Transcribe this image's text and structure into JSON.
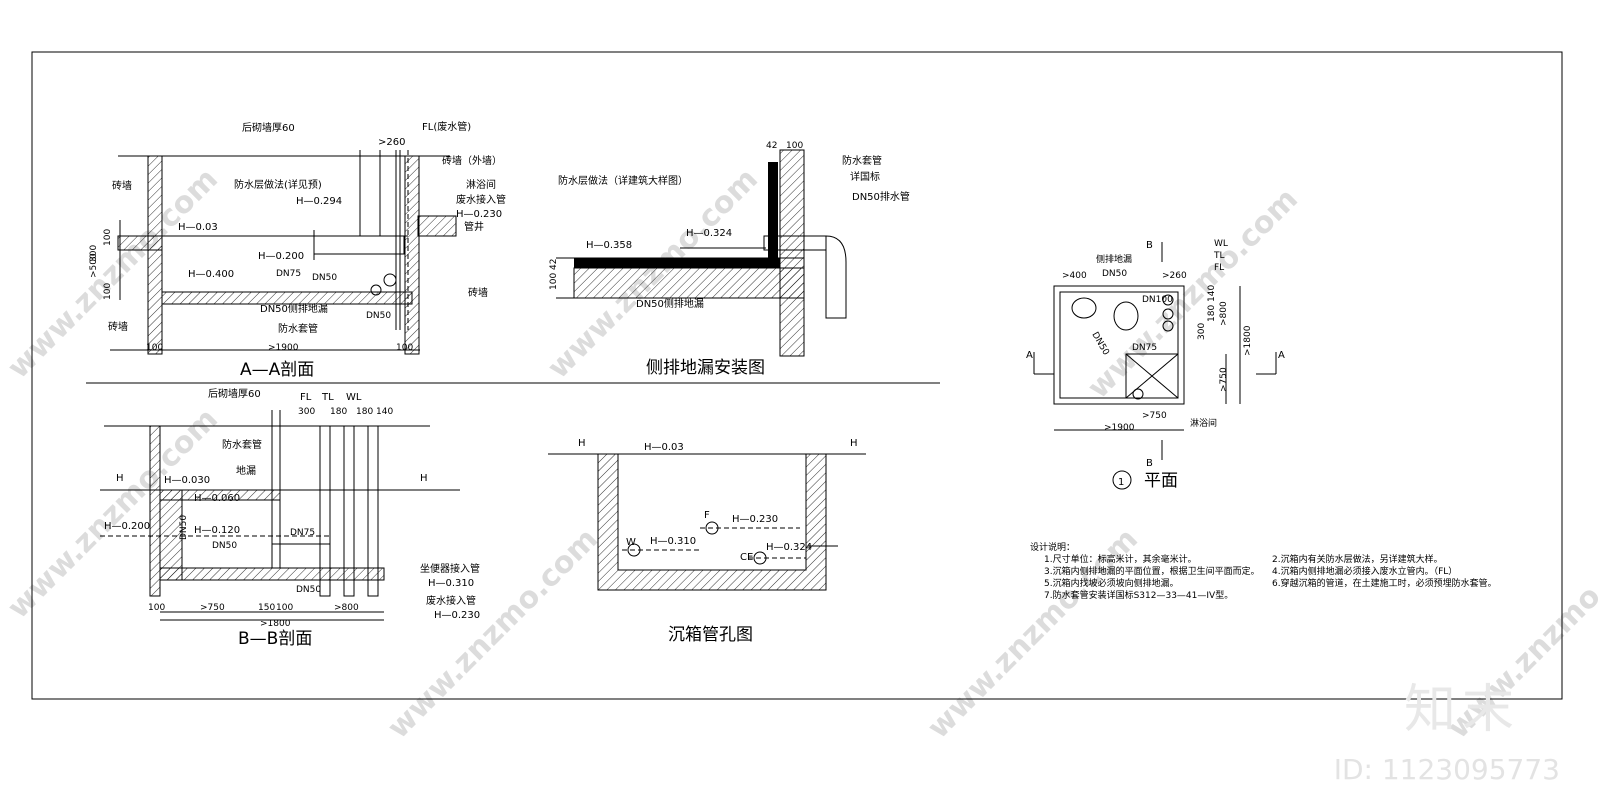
{
  "sections": {
    "aa": {
      "title": "A—A剖面",
      "labels": {
        "wall_top": "砖墙",
        "wall_bottom": "砖墙",
        "wall_right": "砖墙",
        "backfill": "后砌墙厚60",
        "fl": "FL(废水管)",
        "dim_260": ">260",
        "brick_outer": "砖墙（外墙）",
        "shower": "淋浴间",
        "waterproof": "防水层做法(详见预)",
        "h0294": "H—0.294",
        "waste_in": "废水接入管",
        "h0230": "H—0.230",
        "shaft": "管井",
        "h003": "H—0.03",
        "h0200": "H—0.200",
        "h0400": "H—0.400",
        "dn75": "DN75",
        "dn50a": "DN50",
        "dn50b": "DN50",
        "side_drain": "DN50侧排地漏",
        "sleeve": "防水套管",
        "d500": ">500",
        "d300": "300",
        "d100a": "100",
        "d100b": "100",
        "d100c": "100",
        "d1900": ">1900",
        "d100d": "100"
      }
    },
    "side": {
      "title": "侧排地漏安装图",
      "labels": {
        "d42": "42",
        "d100": "100",
        "sleeve": "防水套管",
        "ref": "详国标",
        "dn50pipe": "DN50排水管",
        "waterproof": "防水层做法（详建筑大样图）",
        "h0324": "H—0.324",
        "h0358": "H—0.358",
        "d10042": "100 42",
        "dn50drain": "DN50侧排地漏"
      }
    },
    "bb": {
      "title": "B—B剖面",
      "labels": {
        "backfill": "后砌墙厚60",
        "fl": "FL",
        "tl": "TL",
        "wl": "WL",
        "d300": "300",
        "d180a": "180",
        "d180b": "180",
        "d140": "140",
        "sleeve": "防水套管",
        "drain": "地漏",
        "h": "H",
        "h2": "H",
        "h0030": "H—0.030",
        "h0060": "H—0.060",
        "h0120": "H—0.120",
        "h0200": "H—0.200",
        "dn50a": "DN50",
        "dn50b": "DN50",
        "dn50c": "DN50",
        "dn75": "DN75",
        "toilet_in": "坐便器接入管",
        "h0310": "H—0.310",
        "waste_in": "废水接入管",
        "h0230": "H—0.230",
        "d100a": "100",
        "d750": ">750",
        "d150": "150",
        "d100b": "100",
        "d800": ">800",
        "d1800": ">1800"
      }
    },
    "sink": {
      "title": "沉箱管孔图",
      "labels": {
        "h_left": "H",
        "h_right": "H",
        "h003": "H—0.03",
        "f": "F",
        "h0230": "H—0.230",
        "w": "W",
        "h0310": "H—0.310",
        "ce": "CE",
        "h0324": "H—0.324"
      }
    },
    "plan": {
      "title": "平面",
      "number": "1",
      "labels": {
        "b_top": "B",
        "b_bottom": "B",
        "a_left": "A",
        "a_right": "A",
        "wl": "WL",
        "tl": "TL",
        "fl": "FL",
        "side_drain": "侧排地漏",
        "dn50": "DN50",
        "d400": ">400",
        "d260": ">260",
        "dn100": "DN100",
        "dn50b": "DN50",
        "dn75": "DN75",
        "d140": "140",
        "d180": "180",
        "d300": "300",
        "d800": ">800",
        "d1800": ">1800",
        "d750a": ">750",
        "d750b": ">750",
        "d1900": ">1900",
        "shower": "淋浴间"
      }
    }
  },
  "notes": {
    "heading": "设计说明：",
    "items": [
      "1.尺寸单位：标高米计，其余毫米计。",
      "2.沉箱内有关防水层做法，另详建筑大样。",
      "3.沉箱内侧排地漏的平面位置，根据卫生间平面而定。",
      "4.沉箱内侧排地漏必须接入废水立管内。（FL）",
      "5.沉箱内找坡必须坡向侧排地漏。",
      "6.穿越沉箱的管道，在土建施工时，必须预埋防水套管。",
      "7.防水套管安装详国标S312—33—41—IV型。"
    ]
  },
  "watermark": {
    "brand": "知末",
    "site": "www.znzmo.com",
    "id_label": "ID: 1123095773"
  }
}
